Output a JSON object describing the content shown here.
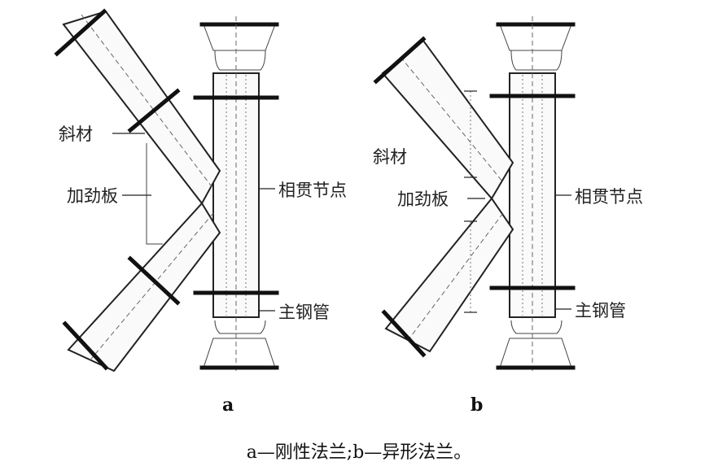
{
  "left": {
    "sub": "a",
    "label_brace": "斜材",
    "label_plate": "加劲板",
    "label_joint": "相贯节点",
    "label_main": "主钢管"
  },
  "right": {
    "sub": "b",
    "label_brace": "斜材",
    "label_plate": "加劲板",
    "label_joint": "相贯节点",
    "label_main": "主钢管"
  },
  "caption": "a—刚性法兰;b—异形法兰。"
}
